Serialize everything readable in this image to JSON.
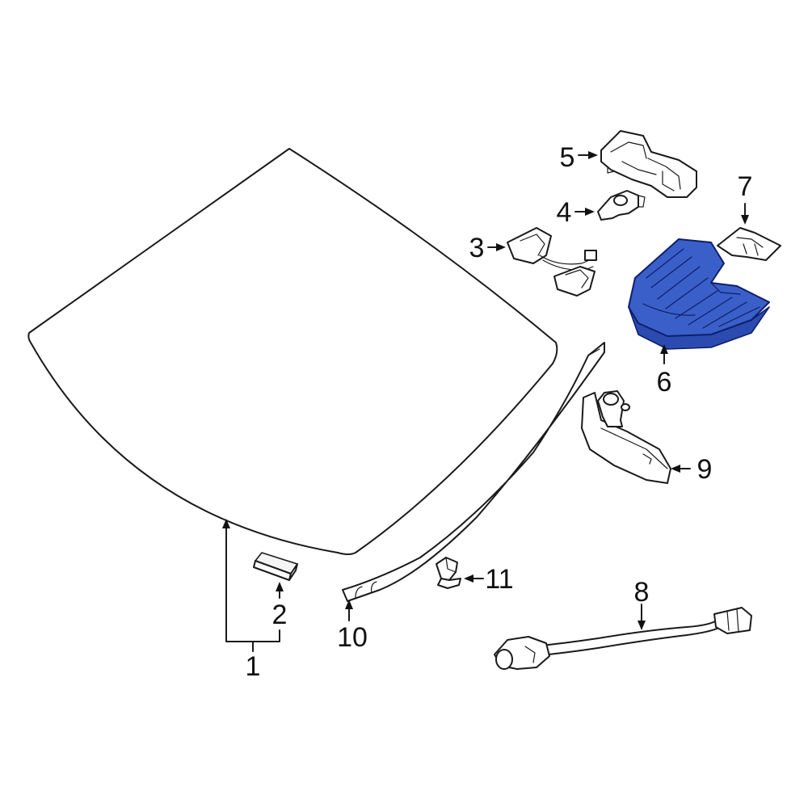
{
  "callouts": [
    {
      "id": "1",
      "text": "1",
      "part": "windshield"
    },
    {
      "id": "2",
      "text": "2",
      "part": "pad"
    },
    {
      "id": "3",
      "text": "3",
      "part": "sensor"
    },
    {
      "id": "4",
      "text": "4",
      "part": "bracket"
    },
    {
      "id": "5",
      "text": "5",
      "part": "camera-bracket"
    },
    {
      "id": "6",
      "text": "6",
      "part": "cover"
    },
    {
      "id": "7",
      "text": "7",
      "part": "clip"
    },
    {
      "id": "8",
      "text": "8",
      "part": "wire-harness"
    },
    {
      "id": "9",
      "text": "9",
      "part": "mirror-cover"
    },
    {
      "id": "10",
      "text": "10",
      "part": "molding"
    },
    {
      "id": "11",
      "text": "11",
      "part": "retainer"
    }
  ],
  "colors": {
    "line": "#1a1a1a",
    "highlight_fill": "#3a5fc8",
    "highlight_stroke": "#0e1f6a",
    "background": "#ffffff"
  }
}
